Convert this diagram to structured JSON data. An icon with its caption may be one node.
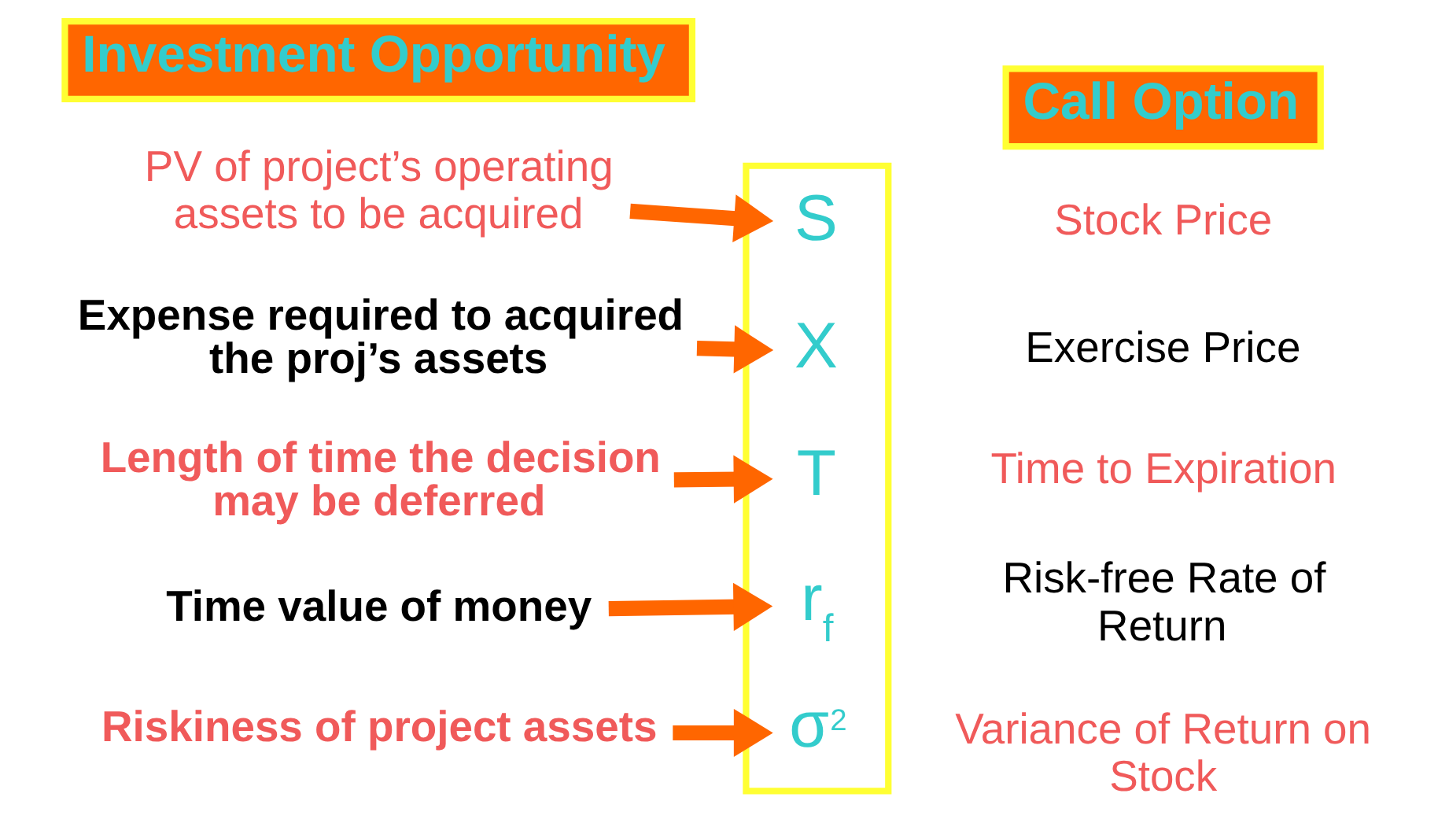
{
  "diagram": {
    "nodes": [
      {
        "text": [
          "Investment Opportunity"
        ]
      },
      {
        "text": [
          "Call Option"
        ]
      },
      {
        "text": [
          "PV of project’s operating assets to be acquired"
        ]
      },
      {
        "text": [
          "Expense required to acquired the proj’s assets"
        ]
      },
      {
        "text": [
          "Length of time the decision may be deferred"
        ]
      },
      {
        "text": [
          "Time value of money"
        ]
      },
      {
        "text": [
          "Riskiness of project assets"
        ]
      },
      {
        "text": [],
        "shape": "box"
      },
      {
        "text": [
          "S"
        ],
        "in": 7
      },
      {
        "text": [
          "X"
        ],
        "in": 7
      },
      {
        "text": [
          "T"
        ],
        "in": 7
      },
      {
        "text": [
          "r$_{f}$"
        ],
        "in": 7
      },
      {
        "text": [
          "σ$^{2}$"
        ],
        "in": 7
      }
    ],
    "edges": [
      {
        "from": 2,
        "to": 8,
        "arrow": "to"
      },
      {
        "from": 3,
        "to": 9,
        "arrow": "to"
      },
      {
        "from": 4,
        "to": 10,
        "arrow": "to"
      },
      {
        "from": 5,
        "to": 11,
        "arrow": "to"
      },
      {
        "from": 6,
        "to": 12,
        "arrow": "to"
      }
    ],
    "labels": [
      "Stock Price",
      "Exercise Price",
      "Time to Expiration",
      "Risk-free Rate of Return",
      "Variance of Return on Stock"
    ]
  }
}
